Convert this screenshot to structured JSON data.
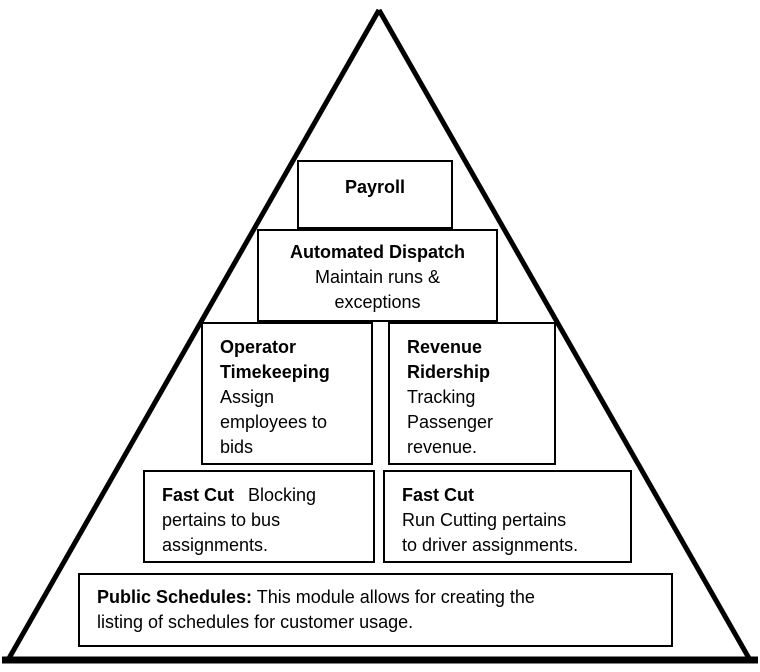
{
  "colors": {
    "outline": "#000000",
    "box_border": "#000000",
    "background": "#ffffff",
    "text": "#000000"
  },
  "pyramid": {
    "boxes": [
      {
        "id": "payroll",
        "title": "Payroll"
      },
      {
        "id": "automated-dispatch",
        "title": "Automated Dispatch",
        "body": "Maintain runs &\nexceptions"
      },
      {
        "id": "operator-timekeeping",
        "title": "Operator\nTimekeeping",
        "body": "Assign\nemployees to\nbids"
      },
      {
        "id": "revenue-ridership",
        "title": "Revenue\nRidership",
        "body": "Tracking\nPassenger\nrevenue."
      },
      {
        "id": "fastcut-blocking",
        "title": "Fast Cut",
        "title_suffix": "Blocking",
        "body": "pertains to bus\nassignments."
      },
      {
        "id": "fastcut-runcutting",
        "title": "Fast Cut",
        "body": "Run Cutting pertains\nto driver assignments."
      },
      {
        "id": "public-schedules",
        "title": "Public Schedules:",
        "body_line1": "This module allows for creating the",
        "body_line2": "listing of schedules for customer usage."
      }
    ]
  }
}
